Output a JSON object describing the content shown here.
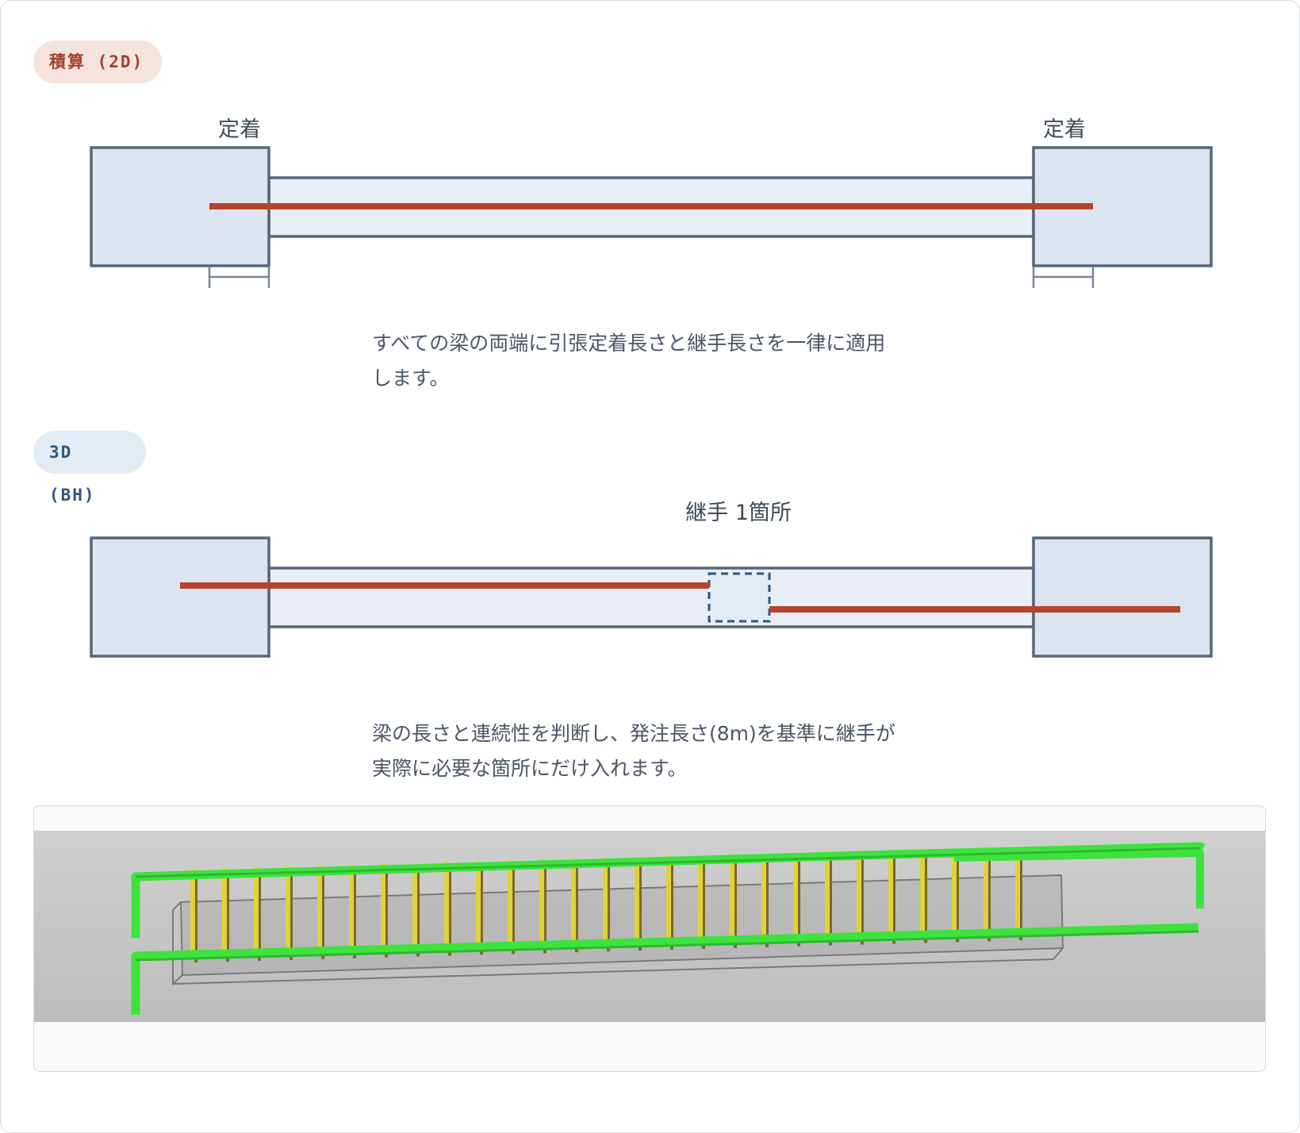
{
  "sections": {
    "estimate_2d": {
      "badge": "積算 (2D)",
      "label_left": "定着",
      "label_right": "定着",
      "description_line1": "すべての梁の両端に引張定着長さと継手長さを一律に適用",
      "description_line2": "します。"
    },
    "model_3d": {
      "badge": "3D (BH)",
      "joint_label": "継手 1箇所",
      "description_line1": "梁の長さと連続性を判断し、発注長さ(8m)を基準に継手が",
      "description_line2": "実際に必要な箇所にだけ入れます。"
    }
  },
  "colors": {
    "outline": "#56667a",
    "column_fill": "#dce5ef",
    "beam_fill": "#e9eef6",
    "rebar": "#b5432e",
    "badge_2d_bg": "#f5e4de",
    "badge_2d_text": "#a8402c",
    "badge_3d_bg": "#e3ecf4",
    "badge_3d_text": "#2d5880",
    "render_bg": "#c6c6c6",
    "main_bar": "#3ee23e",
    "stirrup": "#e0d23a"
  }
}
